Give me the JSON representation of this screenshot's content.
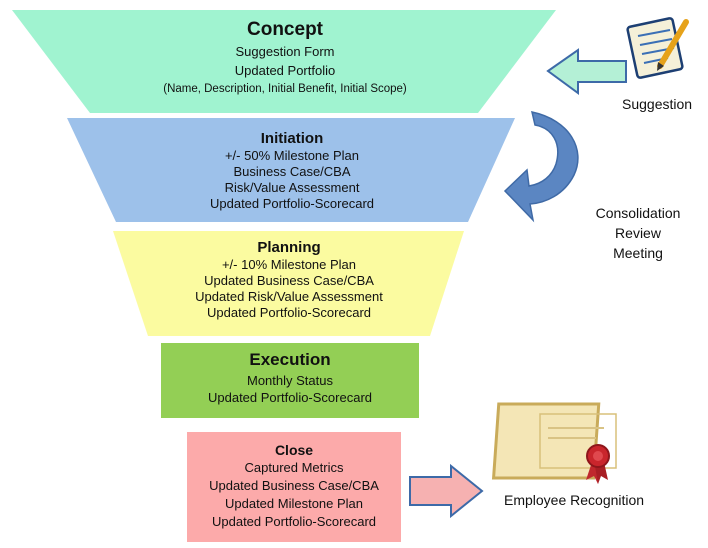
{
  "stages": [
    {
      "title": "Concept",
      "lines": [
        "Suggestion Form",
        "Updated Portfolio",
        "(Name,  Description, Initial Benefit, Initial Scope)"
      ],
      "color": "#a0f3d0"
    },
    {
      "title": "Initiation",
      "lines": [
        "+/- 50% Milestone Plan",
        "Business Case/CBA",
        "Risk/Value Assessment",
        "Updated Portfolio-Scorecard"
      ],
      "color": "#9dc1ea"
    },
    {
      "title": "Planning",
      "lines": [
        "+/- 10% Milestone Plan",
        "Updated Business Case/CBA",
        "Updated Risk/Value Assessment",
        "Updated Portfolio-Scorecard"
      ],
      "color": "#fbfba0"
    },
    {
      "title": "Execution",
      "lines": [
        "Monthly Status",
        "Updated Portfolio-Scorecard"
      ],
      "color": "#93cf55"
    },
    {
      "title": "Close",
      "lines": [
        "Captured Metrics",
        "Updated Business  Case/CBA",
        "Updated Milestone  Plan",
        "Updated Portfolio-Scorecard"
      ],
      "color": "#fcaaaa"
    }
  ],
  "side": {
    "suggestion": "Suggestion",
    "review": [
      "Consolidation",
      "Review",
      "Meeting"
    ],
    "recognition": "Employee Recognition"
  },
  "colors": {
    "arrow_green": "#b4f0d6",
    "arrow_blue": "#5b86c2",
    "arrow_red": "#f6b1b1",
    "arrow_outline": "#3d6aa8"
  },
  "icons": [
    "suggestion-notepad-icon",
    "certificate-icon"
  ]
}
